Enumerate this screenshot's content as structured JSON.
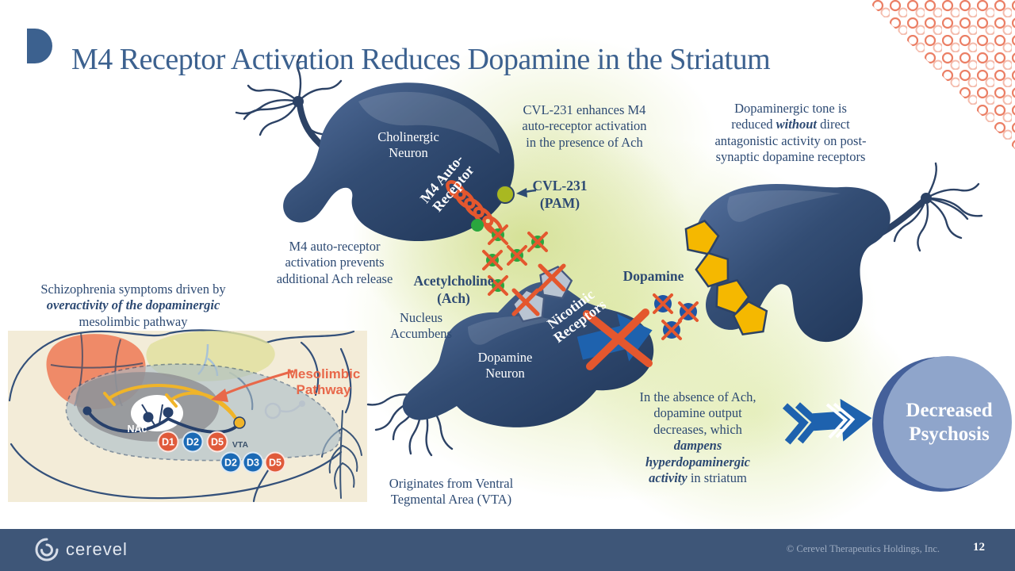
{
  "slide": {
    "title": "M4 Receptor Activation Reduces Dopamine in the Striatum"
  },
  "texts": {
    "cvl_enhances": {
      "l1": "CVL-231 enhances M4",
      "l2": "auto-receptor activation",
      "l3": "in the presence of Ach"
    },
    "tone": {
      "l1": "Dopaminergic tone is",
      "l2a": "reduced ",
      "l2b": "without",
      "l2c": " direct",
      "l3": "antagonistic activity on post-",
      "l4": "synaptic dopamine receptors"
    },
    "m4_prevents": {
      "l1": "M4 auto-receptor",
      "l2": "activation prevents",
      "l3": "additional Ach release"
    },
    "schizo": {
      "l1": "Schizophrenia symptoms driven by",
      "l2": "overactivity of the dopaminergic",
      "l3": "mesolimbic pathway"
    },
    "absence": {
      "l1": "In the absence of Ach,",
      "l2": "dopamine output",
      "l3": "decreases, which",
      "l4": "dampens",
      "l5": "hyperdopaminergic",
      "l6a": "activity",
      "l6b": " in striatum"
    },
    "originates": {
      "l1": "Originates from Ventral",
      "l2": "Tegmental Area (VTA)"
    }
  },
  "labels": {
    "cholinergic_neuron": {
      "l1": "Cholinergic",
      "l2": "Neuron"
    },
    "m4_auto_receptor": {
      "l1": "M4 Auto-",
      "l2": "Receptor"
    },
    "cvl_pam": {
      "l1": "CVL-231",
      "l2": "(PAM)"
    },
    "ach": {
      "l1": "Acetylcholine",
      "l2": "(Ach)"
    },
    "dopamine": "Dopamine",
    "nucleus_accumbens": {
      "l1": "Nucleus",
      "l2": "Accumbens"
    },
    "nicotinic": {
      "l1": "Nicotinic",
      "l2": "Receptors"
    },
    "dopamine_neuron": {
      "l1": "Dopamine",
      "l2": "Neuron"
    },
    "decreased_psychosis": {
      "l1": "Decreased",
      "l2": "Psychosis"
    }
  },
  "brain": {
    "mesolimbic": {
      "l1": "Mesolimbic",
      "l2": "Pathway"
    },
    "nac": "NAc",
    "vta": "VTA",
    "receptor_badges_nac": [
      {
        "label": "D1",
        "color": "#e05a3a"
      },
      {
        "label": "D2",
        "color": "#1b6ab5"
      },
      {
        "label": "D5",
        "color": "#e05a3a"
      }
    ],
    "receptor_badges_vta": [
      {
        "label": "D2",
        "color": "#1b6ab5"
      },
      {
        "label": "D3",
        "color": "#1b6ab5"
      },
      {
        "label": "D5",
        "color": "#e05a3a"
      }
    ]
  },
  "footer": {
    "logo_text": "cerevel",
    "copyright": "© Cerevel Therapeutics Holdings, Inc.",
    "page_number": "12"
  },
  "colors": {
    "title_blue": "#3c618f",
    "body_navy": "#2d4a73",
    "neuron_dark": "#2c4265",
    "accent_orange": "#e8694a",
    "blocked_x": "#e4572e",
    "ach_green": "#2aa63e",
    "pam_olive": "#a9b821",
    "dopamine_blue": "#1f55a5",
    "receptor_yellow": "#f5b800",
    "glow_green": "#dce7a4",
    "footer_bg": "#3e5678",
    "psychosis_circle": "#8fa5cb",
    "arrow_blue": "#1e62ae",
    "brain_bg": "#f3ecd8",
    "pathway_yellow": "#f0b429"
  }
}
